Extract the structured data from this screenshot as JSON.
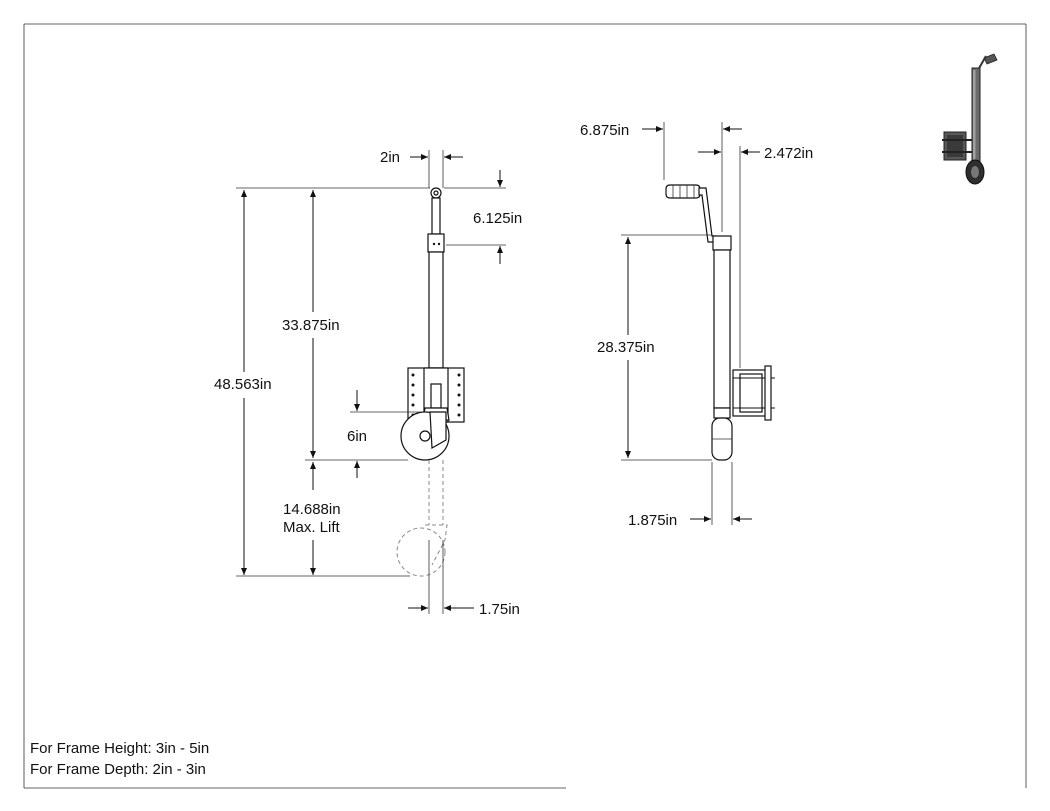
{
  "dimensions": {
    "front": {
      "top_width": "2in",
      "handle_height": "6.125in",
      "overall_height": "48.563in",
      "tube_height": "33.875in",
      "wheel_offset": "6in",
      "lift": "14.688in",
      "lift_note": "Max. Lift",
      "base_width": "1.75in"
    },
    "side": {
      "handle_reach": "6.875in",
      "offset": "2.472in",
      "tube_height": "28.375in",
      "wheel_width": "1.875in"
    }
  },
  "notes": {
    "frame_height": "For Frame Height: 3in - 5in",
    "frame_depth": "For Frame Depth: 2in - 3in"
  }
}
